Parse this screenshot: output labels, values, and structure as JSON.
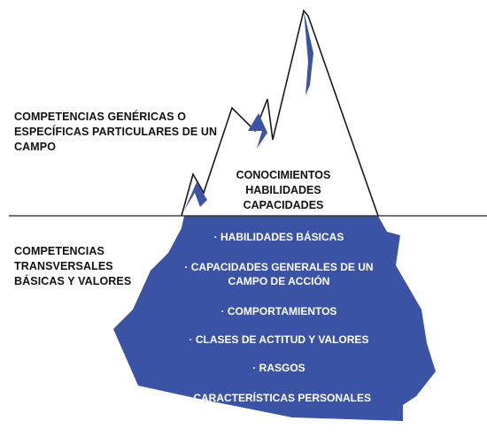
{
  "colors": {
    "iceberg_fill": "#3a53a4",
    "outline": "#1a1a1a",
    "water_line": "#222222",
    "list_text": "#ffffff"
  },
  "above_water_label": [
    "COMPETENCIAS GENÉRICAS O",
    "ESPECÍFICAS PARTICULARES DE UN",
    "CAMPO"
  ],
  "below_water_label": [
    "COMPETENCIAS",
    "TRANSVERSALES",
    "BÁSICAS Y VALORES"
  ],
  "tip_items": [
    "CONOCIMIENTOS",
    "HABILIDADES",
    "CAPACIDADES"
  ],
  "submerged_items": [
    [
      "· HABILIDADES BÁSICAS"
    ],
    [
      "· CAPACIDADES GENERALES DE UN",
      "CAMPO DE ACCIÓN"
    ],
    [
      "· COMPORTAMIENTOS"
    ],
    [
      "· CLASES DE ACTITUD Y VALORES"
    ],
    [
      "· RASGOS"
    ],
    [
      "· CARACTERÍSTICAS PERSONALES"
    ]
  ]
}
